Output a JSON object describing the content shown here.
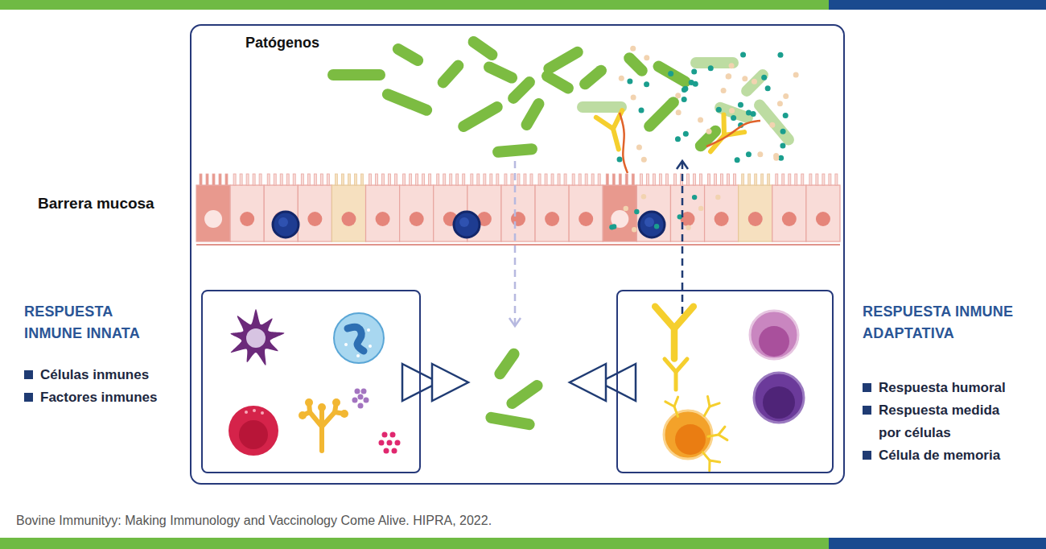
{
  "diagram": {
    "caption": "Bovine Immunityy: Making Immunology and Vaccinology Come Alive. HIPRA, 2022.",
    "nodes": [
      {
        "text": [
          "Patógenos"
        ]
      },
      {
        "text": [
          "Barrera mucosa"
        ],
        "in": 0
      },
      {
        "text": [
          "RESPUESTA INMUNE INNATA",
          "Células inmunes",
          "Factores inmunes"
        ],
        "in": 0
      },
      {
        "text": [
          "RESPUESTA INMUNE ADAPTATIVA",
          "Respuesta humoral",
          "Respuesta medida por células",
          "Célula de memoria"
        ],
        "in": 0
      }
    ]
  }
}
